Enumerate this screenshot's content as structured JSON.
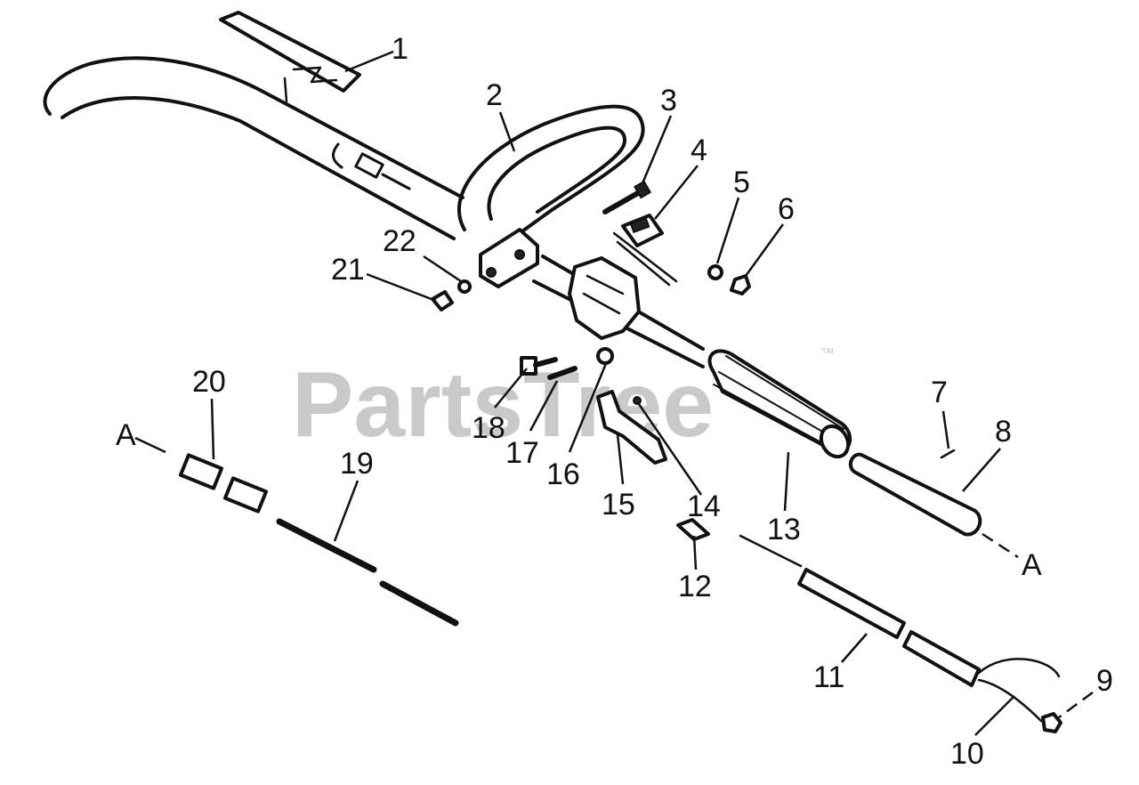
{
  "watermark": {
    "text": "PartsTree",
    "trademark": "™"
  },
  "callouts": [
    {
      "id": "1",
      "label": "1"
    },
    {
      "id": "2",
      "label": "2"
    },
    {
      "id": "3",
      "label": "3"
    },
    {
      "id": "4",
      "label": "4"
    },
    {
      "id": "5",
      "label": "5"
    },
    {
      "id": "6",
      "label": "6"
    },
    {
      "id": "7",
      "label": "7"
    },
    {
      "id": "8",
      "label": "8"
    },
    {
      "id": "9",
      "label": "9"
    },
    {
      "id": "10",
      "label": "10"
    },
    {
      "id": "11",
      "label": "11"
    },
    {
      "id": "12",
      "label": "12"
    },
    {
      "id": "13",
      "label": "13"
    },
    {
      "id": "14",
      "label": "14"
    },
    {
      "id": "15",
      "label": "15"
    },
    {
      "id": "16",
      "label": "16"
    },
    {
      "id": "17",
      "label": "17"
    },
    {
      "id": "18",
      "label": "18"
    },
    {
      "id": "19",
      "label": "19"
    },
    {
      "id": "20",
      "label": "20"
    },
    {
      "id": "21",
      "label": "21"
    },
    {
      "id": "22",
      "label": "22"
    }
  ],
  "references": {
    "left": "A",
    "right": "A"
  }
}
